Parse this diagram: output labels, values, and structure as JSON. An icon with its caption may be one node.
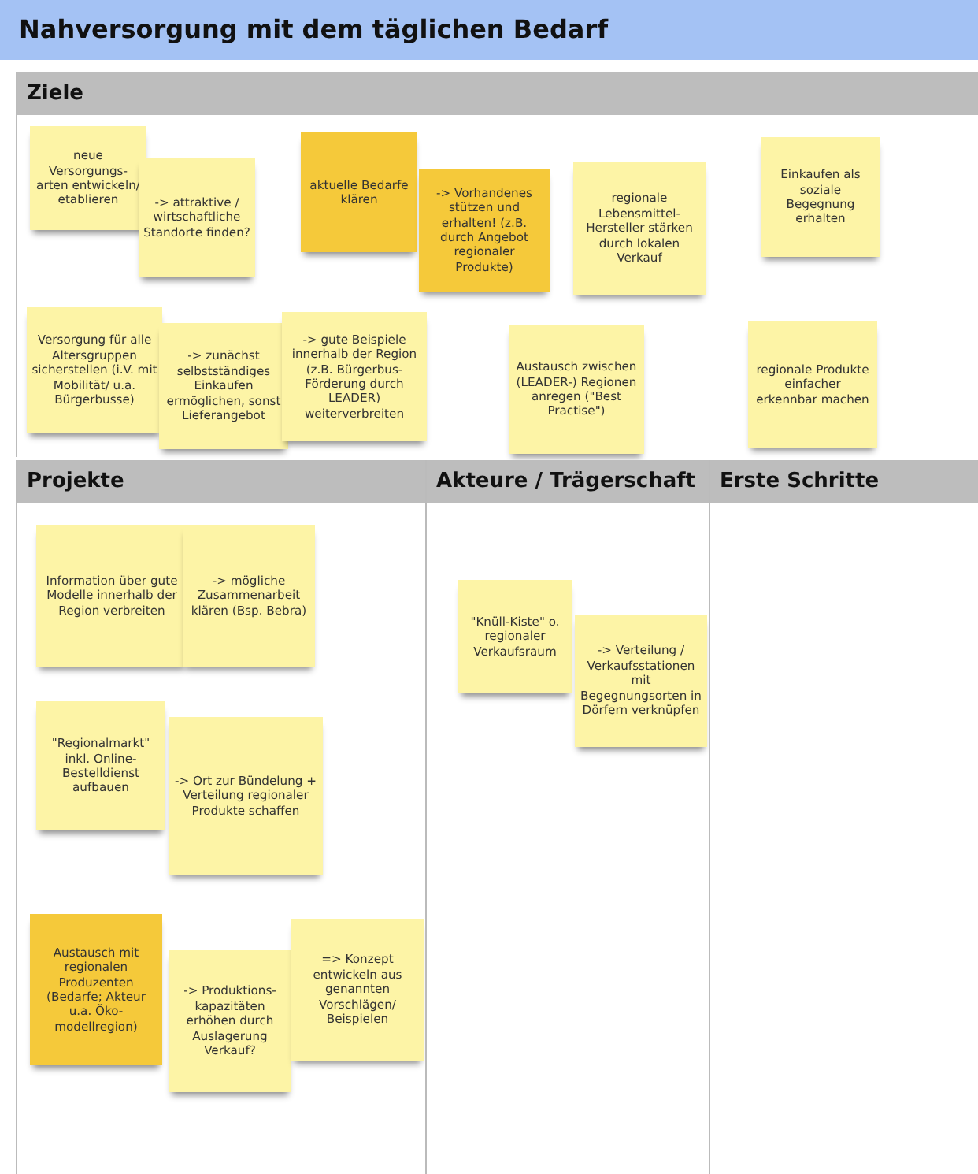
{
  "diagram": {
    "title": "Nahversorgung mit dem täglichen Bedarf",
    "nodes": [
      {
        "text": [
          "Ziele"
        ]
      },
      {
        "text": [
          "neue Versorgungs-arten entwickeln/ etablieren"
        ],
        "in": 0
      },
      {
        "text": [
          "-> attraktive / wirtschaftliche Standorte finden?"
        ],
        "in": 0
      },
      {
        "text": [
          "aktuelle Bedarfe klären"
        ],
        "in": 0
      },
      {
        "text": [
          "-> Vorhandenes stützen und erhalten! (z.B. durch Angebot regionaler Produkte)"
        ],
        "in": 0
      },
      {
        "text": [
          "regionale Lebensmittel-Hersteller stärken durch lokalen Verkauf"
        ],
        "in": 0
      },
      {
        "text": [
          "Einkaufen als soziale Begegnung erhalten"
        ],
        "in": 0
      },
      {
        "text": [
          "Versorgung für alle Altersgruppen sicherstellen (i.V. mit Mobilität/ u.a. Bürgerbusse)"
        ],
        "in": 0
      },
      {
        "text": [
          "-> zunächst selbstständiges Einkaufen ermöglichen, sonst Lieferangebot"
        ],
        "in": 0
      },
      {
        "text": [
          "-> gute Beispiele innerhalb der Region (z.B. Bürgerbus-Förderung durch LEADER) weiterverbreiten"
        ],
        "in": 0
      },
      {
        "text": [
          "Austausch zwischen (LEADER-) Regionen anregen (\"Best Practise\")"
        ],
        "in": 0
      },
      {
        "text": [
          "regionale Produkte einfacher erkennbar machen"
        ],
        "in": 0
      },
      {
        "text": [
          "Projekte"
        ]
      },
      {
        "text": [
          "Information über gute Modelle innerhalb der Region verbreiten"
        ],
        "in": 12
      },
      {
        "text": [
          "-> mögliche Zusammenarbeit klären (Bsp. Bebra)"
        ],
        "in": 12
      },
      {
        "text": [
          "\"Regionalmarkt\" inkl. Online-Bestelldienst aufbauen"
        ],
        "in": 12
      },
      {
        "text": [
          "-> Ort zur Bündelung + Verteilung regionaler Produkte schaffen"
        ],
        "in": 12
      },
      {
        "text": [
          "Austausch mit regionalen Produzenten (Bedarfe; Akteur u.a. Öko-modellregion)"
        ],
        "in": 12
      },
      {
        "text": [
          "-> Produktions-kapazitäten erhöhen durch Auslagerung Verkauf?"
        ],
        "in": 12
      },
      {
        "text": [
          "=> Konzept entwickeln aus genannten Vorschlägen/ Beispielen"
        ],
        "in": 12
      },
      {
        "text": [
          "Akteure / Trägerschaft"
        ]
      },
      {
        "text": [
          "\"Knüll-Kiste\" o. regionaler Verkaufsraum"
        ],
        "in": 20
      },
      {
        "text": [
          "-> Verteilung / Verkaufsstationen mit Begegnungsorten in Dörfern verknüpfen"
        ],
        "in": 20
      },
      {
        "text": [
          "Erste Schritte"
        ]
      }
    ]
  }
}
